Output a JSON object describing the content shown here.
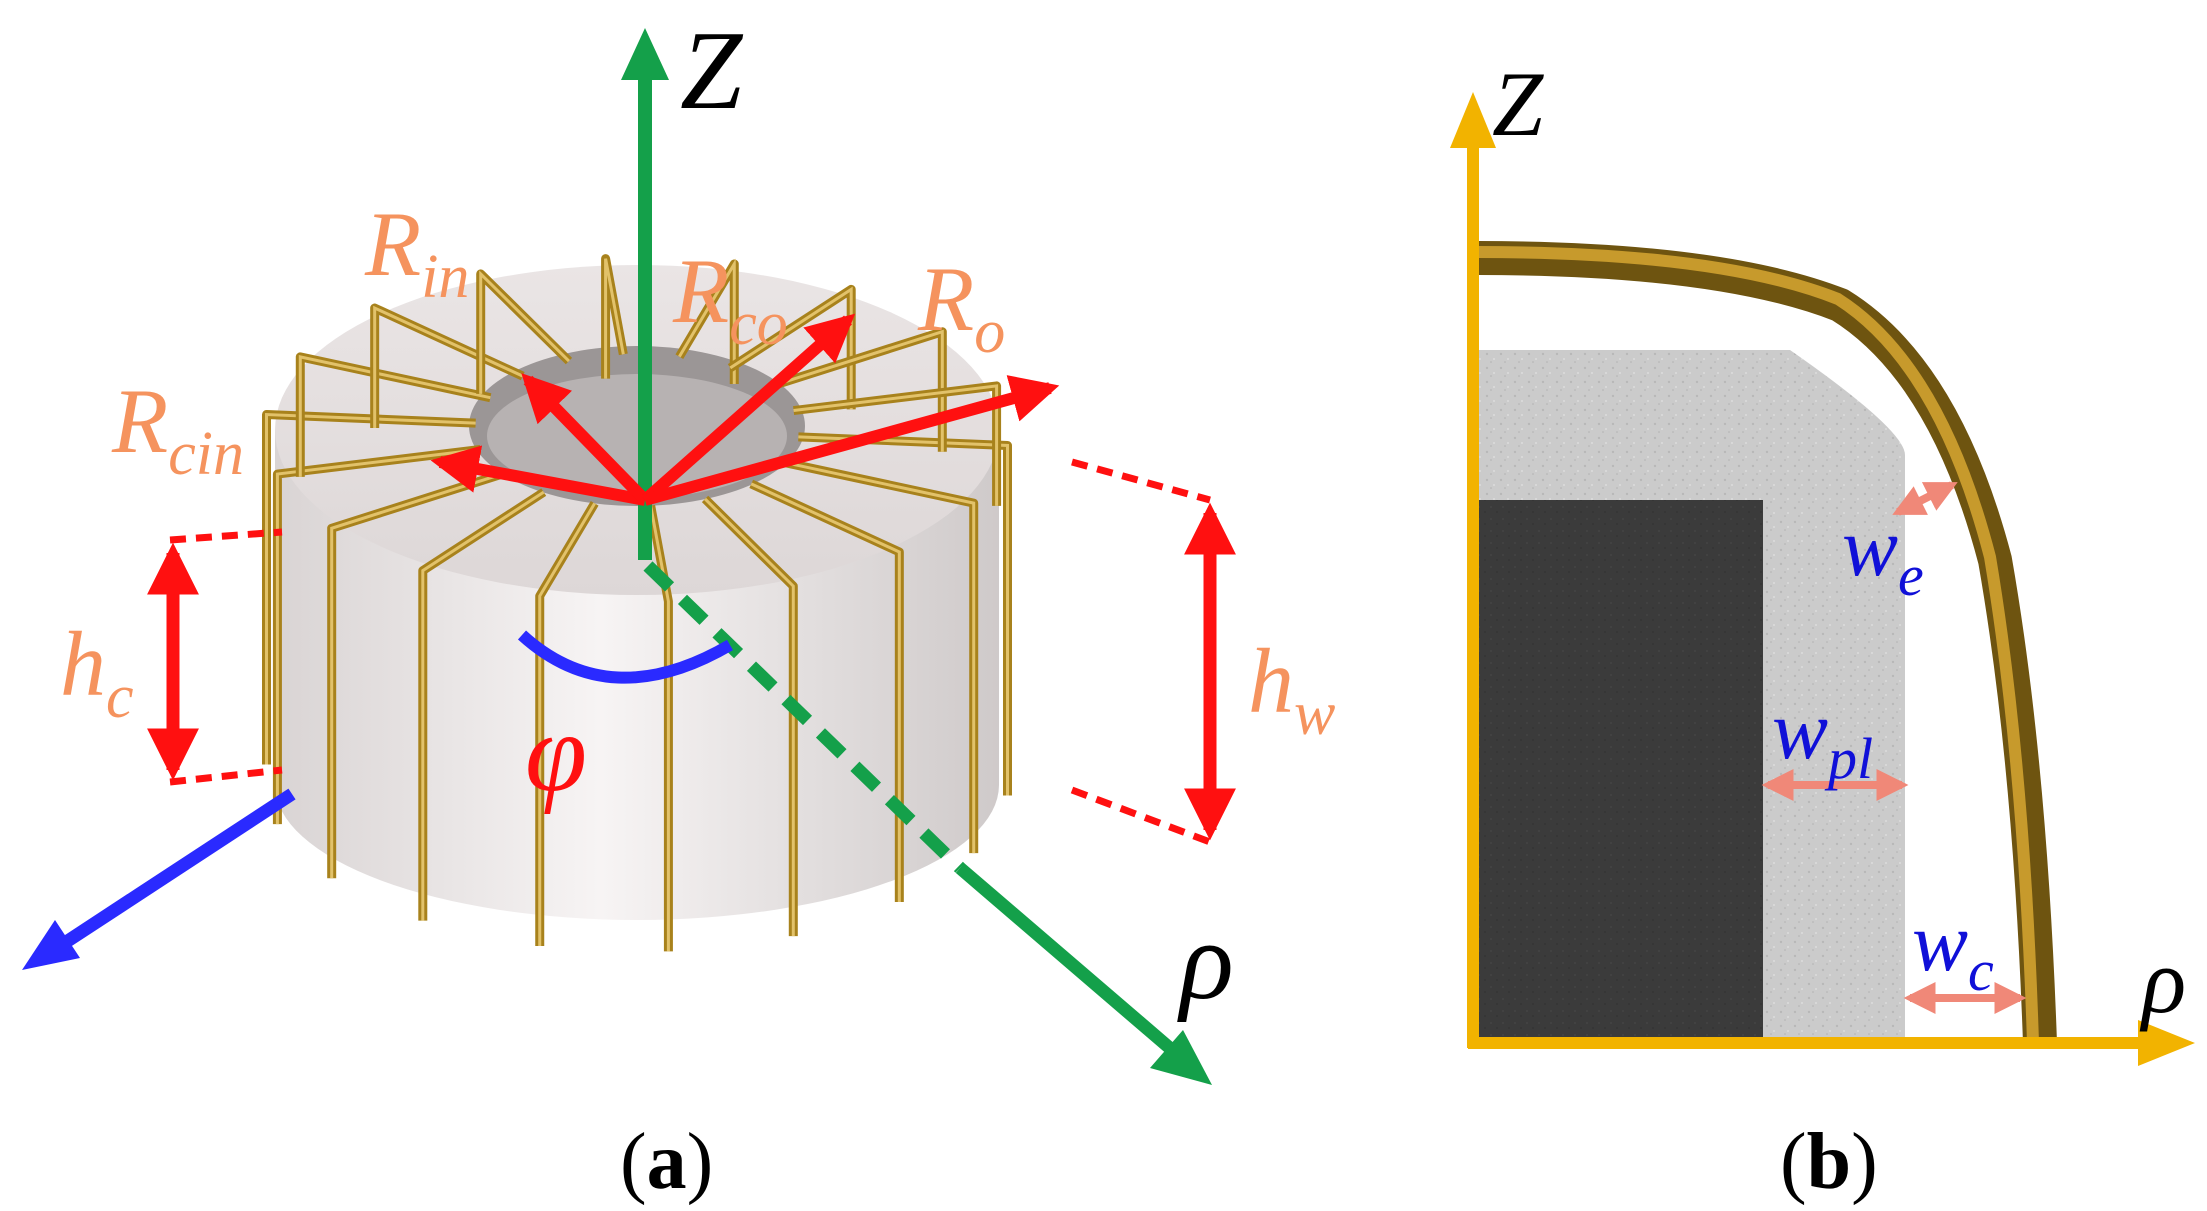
{
  "panel_a": {
    "caption_open": "(",
    "caption_letter": "a",
    "caption_close": ")",
    "axis_z": "Z",
    "axis_rho": "ρ",
    "angle_symbol": "φ",
    "r_in": {
      "base": "R",
      "sub": "in"
    },
    "r_co": {
      "base": "R",
      "sub": "co"
    },
    "r_o": {
      "base": "R",
      "sub": "o"
    },
    "r_cin": {
      "base": "R",
      "sub": "cin"
    },
    "h_c": {
      "base": "h",
      "sub": "c"
    },
    "h_w": {
      "base": "h",
      "sub": "w"
    },
    "winding_turns": 18
  },
  "panel_b": {
    "caption_open": "(",
    "caption_letter": "b",
    "caption_close": ")",
    "axis_z": "Z",
    "axis_rho": "ρ",
    "w_e": {
      "base": "w",
      "sub": "e"
    },
    "w_pl": {
      "base": "w",
      "sub": "pl"
    },
    "w_c": {
      "base": "w",
      "sub": "c"
    }
  },
  "colors": {
    "z_axis_a": "#14a04a",
    "rho_axis_a": "#14a04a",
    "phi_axis": "#2a2aff",
    "radius_arrows": "#ff1010",
    "label_orange": "#f5935e",
    "winding_gold": "#a8821c",
    "axis_b": "#f2b300",
    "label_blue": "#1010d8",
    "dim_arrow_salmon": "#f08878",
    "core_dark": "#3b3b3b",
    "layer_grey": "#c9c9c9"
  }
}
